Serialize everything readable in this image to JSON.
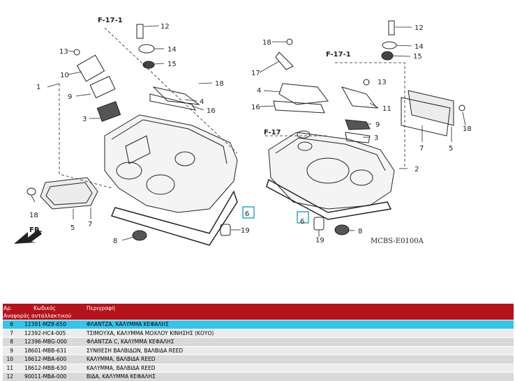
{
  "diagram": {
    "title_labels": [
      "F-17-1",
      "F-17-1",
      "F-17"
    ],
    "part_callouts": [
      "1",
      "2",
      "3",
      "3",
      "4",
      "4",
      "5",
      "5",
      "6",
      "6",
      "7",
      "7",
      "8",
      "8",
      "9",
      "9",
      "10",
      "11",
      "12",
      "12",
      "13",
      "13",
      "14",
      "14",
      "15",
      "15",
      "16",
      "16",
      "17",
      "18",
      "18",
      "18",
      "18",
      "19",
      "19"
    ],
    "front_label": "FR.",
    "catalog_code": "MCBS-E0100A"
  },
  "table": {
    "headers": {
      "ref_line1": "Αρ.",
      "ref_line2": "Αναφοράς",
      "code_line1": "Κωδικός",
      "code_line2": "ανταλλακτικού",
      "desc": "Περιγραφή"
    },
    "rows": [
      {
        "ref": "6",
        "code": "12391-MZ8-650",
        "desc": "ΦΛΑΝΤΖΑ, ΚΑΛΥΜΜΑ ΚΕΦΑΛΗΣ",
        "selected": true
      },
      {
        "ref": "7",
        "code": "12392-HC4-005",
        "desc": "ΤΣΙΜΟΥΧΑ, ΚΑΛΥΜΜΑ ΜΟΧΛΟΥ ΚΙΝΗΣΗΣ (ΚΟΥΟ)"
      },
      {
        "ref": "8",
        "code": "12396-MBG-000",
        "desc": "ΦΛΑΝΤΖΑ C, ΚΑΛΥΜΜΑ ΚΕΦΑΛΗΣ"
      },
      {
        "ref": "9",
        "code": "18601-MBB-631",
        "desc": "ΣΥΝΘΕΣΗ ΒΑΛΒΙΔΩΝ, ΒΑΛΒΙΔΑ REED"
      },
      {
        "ref": "10",
        "code": "18612-MBA-600",
        "desc": "ΚΑΛΥΜΜΑ, ΒΑΛΒΙΔΑ REED"
      },
      {
        "ref": "11",
        "code": "18612-MBB-630",
        "desc": "ΚΑΛΥΜΜΑ, ΒΑΛΒΙΔΑ REED"
      },
      {
        "ref": "12",
        "code": "90011-MBA-000",
        "desc": "ΒΙΔΑ, ΚΑΛΥΜΜΑ ΚΕΦΑΛΗΣ"
      }
    ]
  },
  "colors": {
    "header_bg": "#b5121b",
    "selected_row": "#33c5ea",
    "highlight_box": "#2aa7d6"
  }
}
